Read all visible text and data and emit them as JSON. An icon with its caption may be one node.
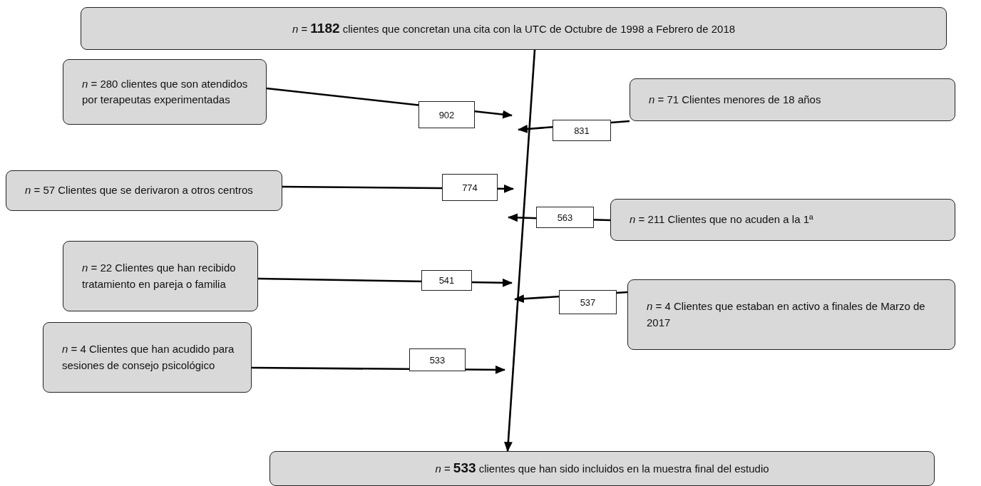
{
  "diagram": {
    "nodes": [
      {
        "text": [
          "*n* = **1182** clientes que concretan una cita con la UTC de Octubre de 1998 a Febrero de 2018"
        ]
      },
      {
        "text": [
          "*n* = 280 clientes que son atendidos por terapeutas experimentadas"
        ]
      },
      {
        "text": [
          "*n* = 71 Clientes menores de 18 años"
        ]
      },
      {
        "text": [
          "*n* = 57 Clientes que se derivaron a otros centros"
        ]
      },
      {
        "text": [
          "*n* = 211 Clientes que no acuden a la 1ª"
        ]
      },
      {
        "text": [
          "*n* = 22 Clientes que han recibido tratamiento en pareja o familia"
        ]
      },
      {
        "text": [
          "*n* = 4 Clientes que estaban en activo a finales de Marzo de 2017"
        ]
      },
      {
        "text": [
          "*n* = 4 Clientes que han acudido para sesiones de consejo psicológico"
        ]
      },
      {
        "text": [
          "*n* = **533** clientes que han sido incluidos en la muestra final del estudio"
        ]
      }
    ],
    "edges": [
      {
        "from": 0,
        "to": 8,
        "arrow": "to"
      },
      {
        "from": 1,
        "to": null,
        "arrow": "to",
        "label": "902"
      },
      {
        "from": 2,
        "to": null,
        "arrow": "to",
        "label": "831"
      },
      {
        "from": 3,
        "to": null,
        "arrow": "to",
        "label": "774"
      },
      {
        "from": 4,
        "to": null,
        "arrow": "to",
        "label": "563"
      },
      {
        "from": 5,
        "to": null,
        "arrow": "to",
        "label": "541"
      },
      {
        "from": 6,
        "to": null,
        "arrow": "to",
        "label": "537"
      },
      {
        "from": 7,
        "to": null,
        "arrow": "to",
        "label": "533"
      }
    ]
  }
}
